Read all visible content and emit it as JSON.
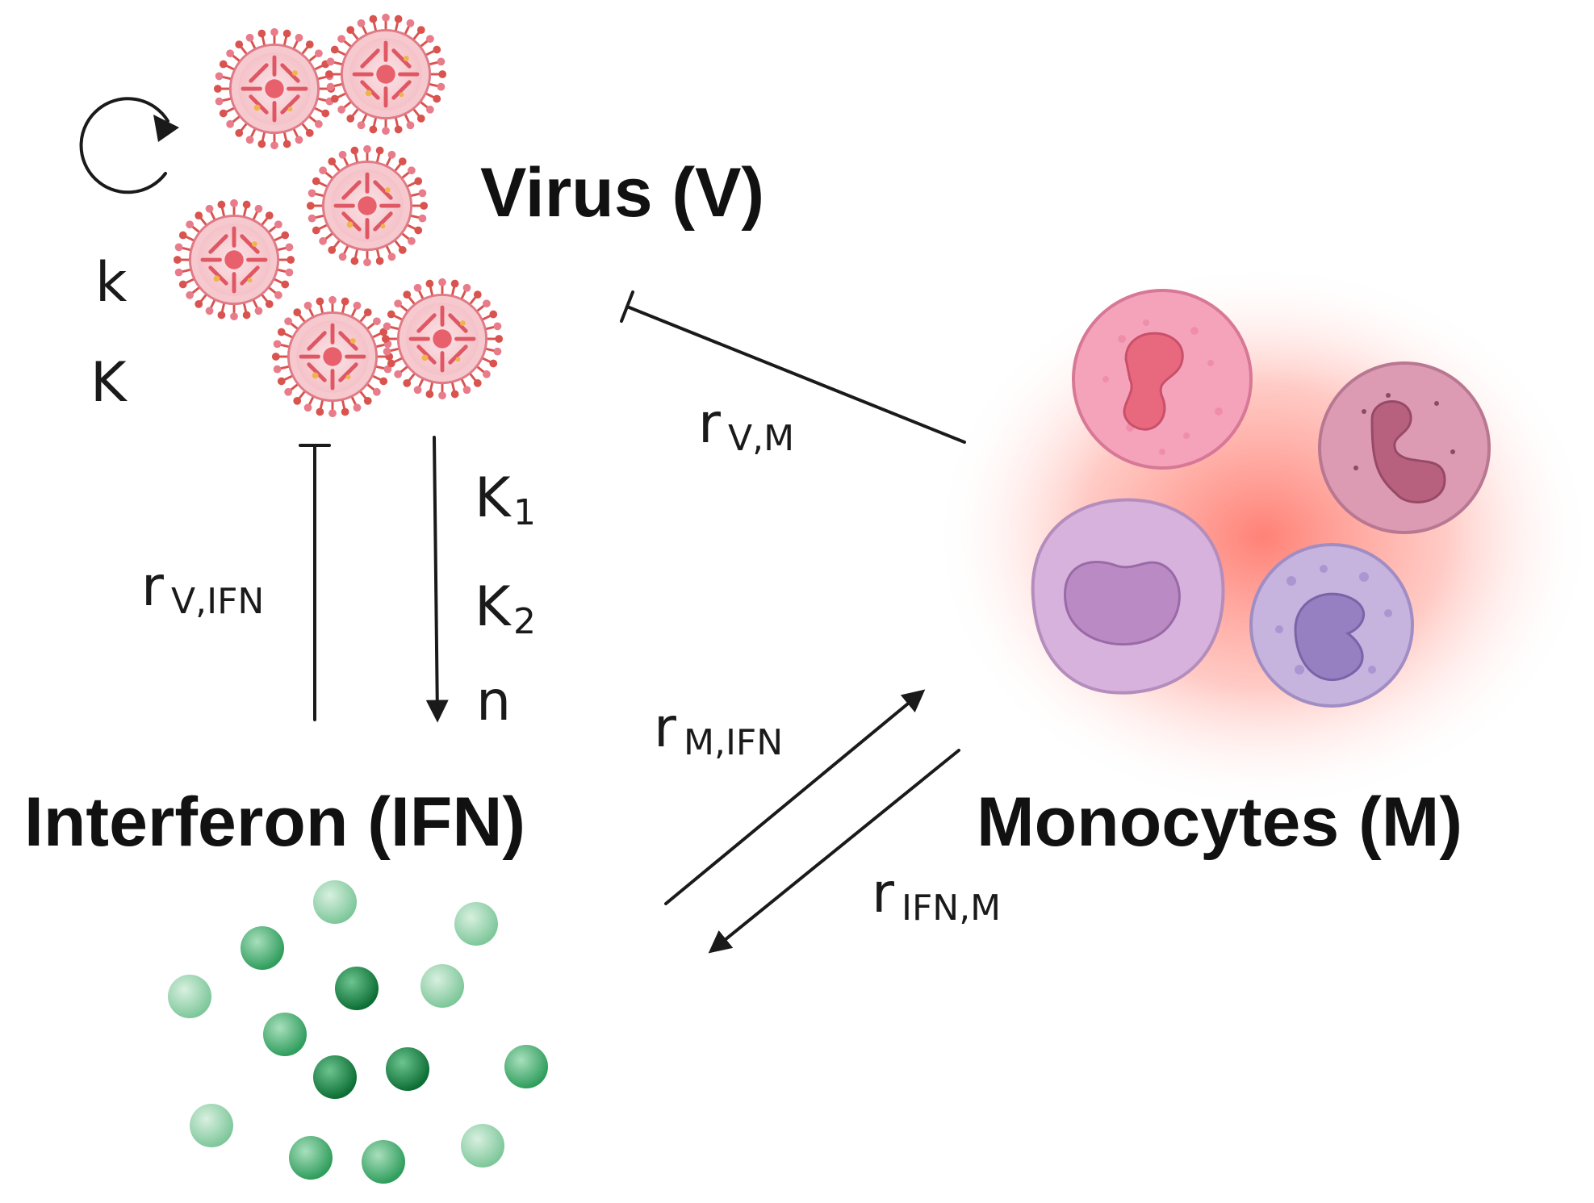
{
  "nodes": {
    "virus": {
      "label": "Virus (V)"
    },
    "interferon": {
      "label": "Interferon (IFN)"
    },
    "monocytes": {
      "label": "Monocytes (M)"
    }
  },
  "virus_self": {
    "param_1": "k",
    "param_2": "K"
  },
  "v_to_ifn": {
    "param_1": "K",
    "param_1_sub": "1",
    "param_2": "K",
    "param_2_sub": "2",
    "param_3": "n"
  },
  "ifn_inhibits_v": {
    "main": "r",
    "sub": "V,IFN"
  },
  "m_inhibits_v": {
    "main": "r",
    "sub": "V,M"
  },
  "ifn_to_m": {
    "main": "r",
    "sub": "M,IFN"
  },
  "m_to_ifn": {
    "main": "r",
    "sub": "IFN,M"
  },
  "colors": {
    "virus_red": "#d9534f",
    "virus_pink": "#f2a3ad",
    "ifn_green": "#2e9d5a",
    "monocyte_glow": "#ff6b5e",
    "line": "#1a1a1a"
  },
  "icons": [
    "virus-particle-icon",
    "interferon-molecule-icon",
    "monocyte-cell-icon",
    "cycle-arrow-icon"
  ]
}
